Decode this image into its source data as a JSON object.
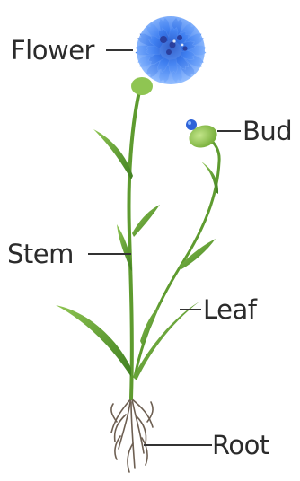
{
  "labels": {
    "flower": "Flower",
    "bud": "Bud",
    "stem": "Stem",
    "leaf": "Leaf",
    "root": "Root"
  },
  "colors": {
    "petal_light": "#7fb0ff",
    "petal": "#3f7ff0",
    "petal_dark": "#1d4fc4",
    "center": "#2a3f9e",
    "stem": "#5e9b2f",
    "leaf": "#4f8f28",
    "leaf_light": "#8fc552",
    "bud": "#9acb5a",
    "root": "#6d5f52",
    "text": "#2b2b2b"
  }
}
